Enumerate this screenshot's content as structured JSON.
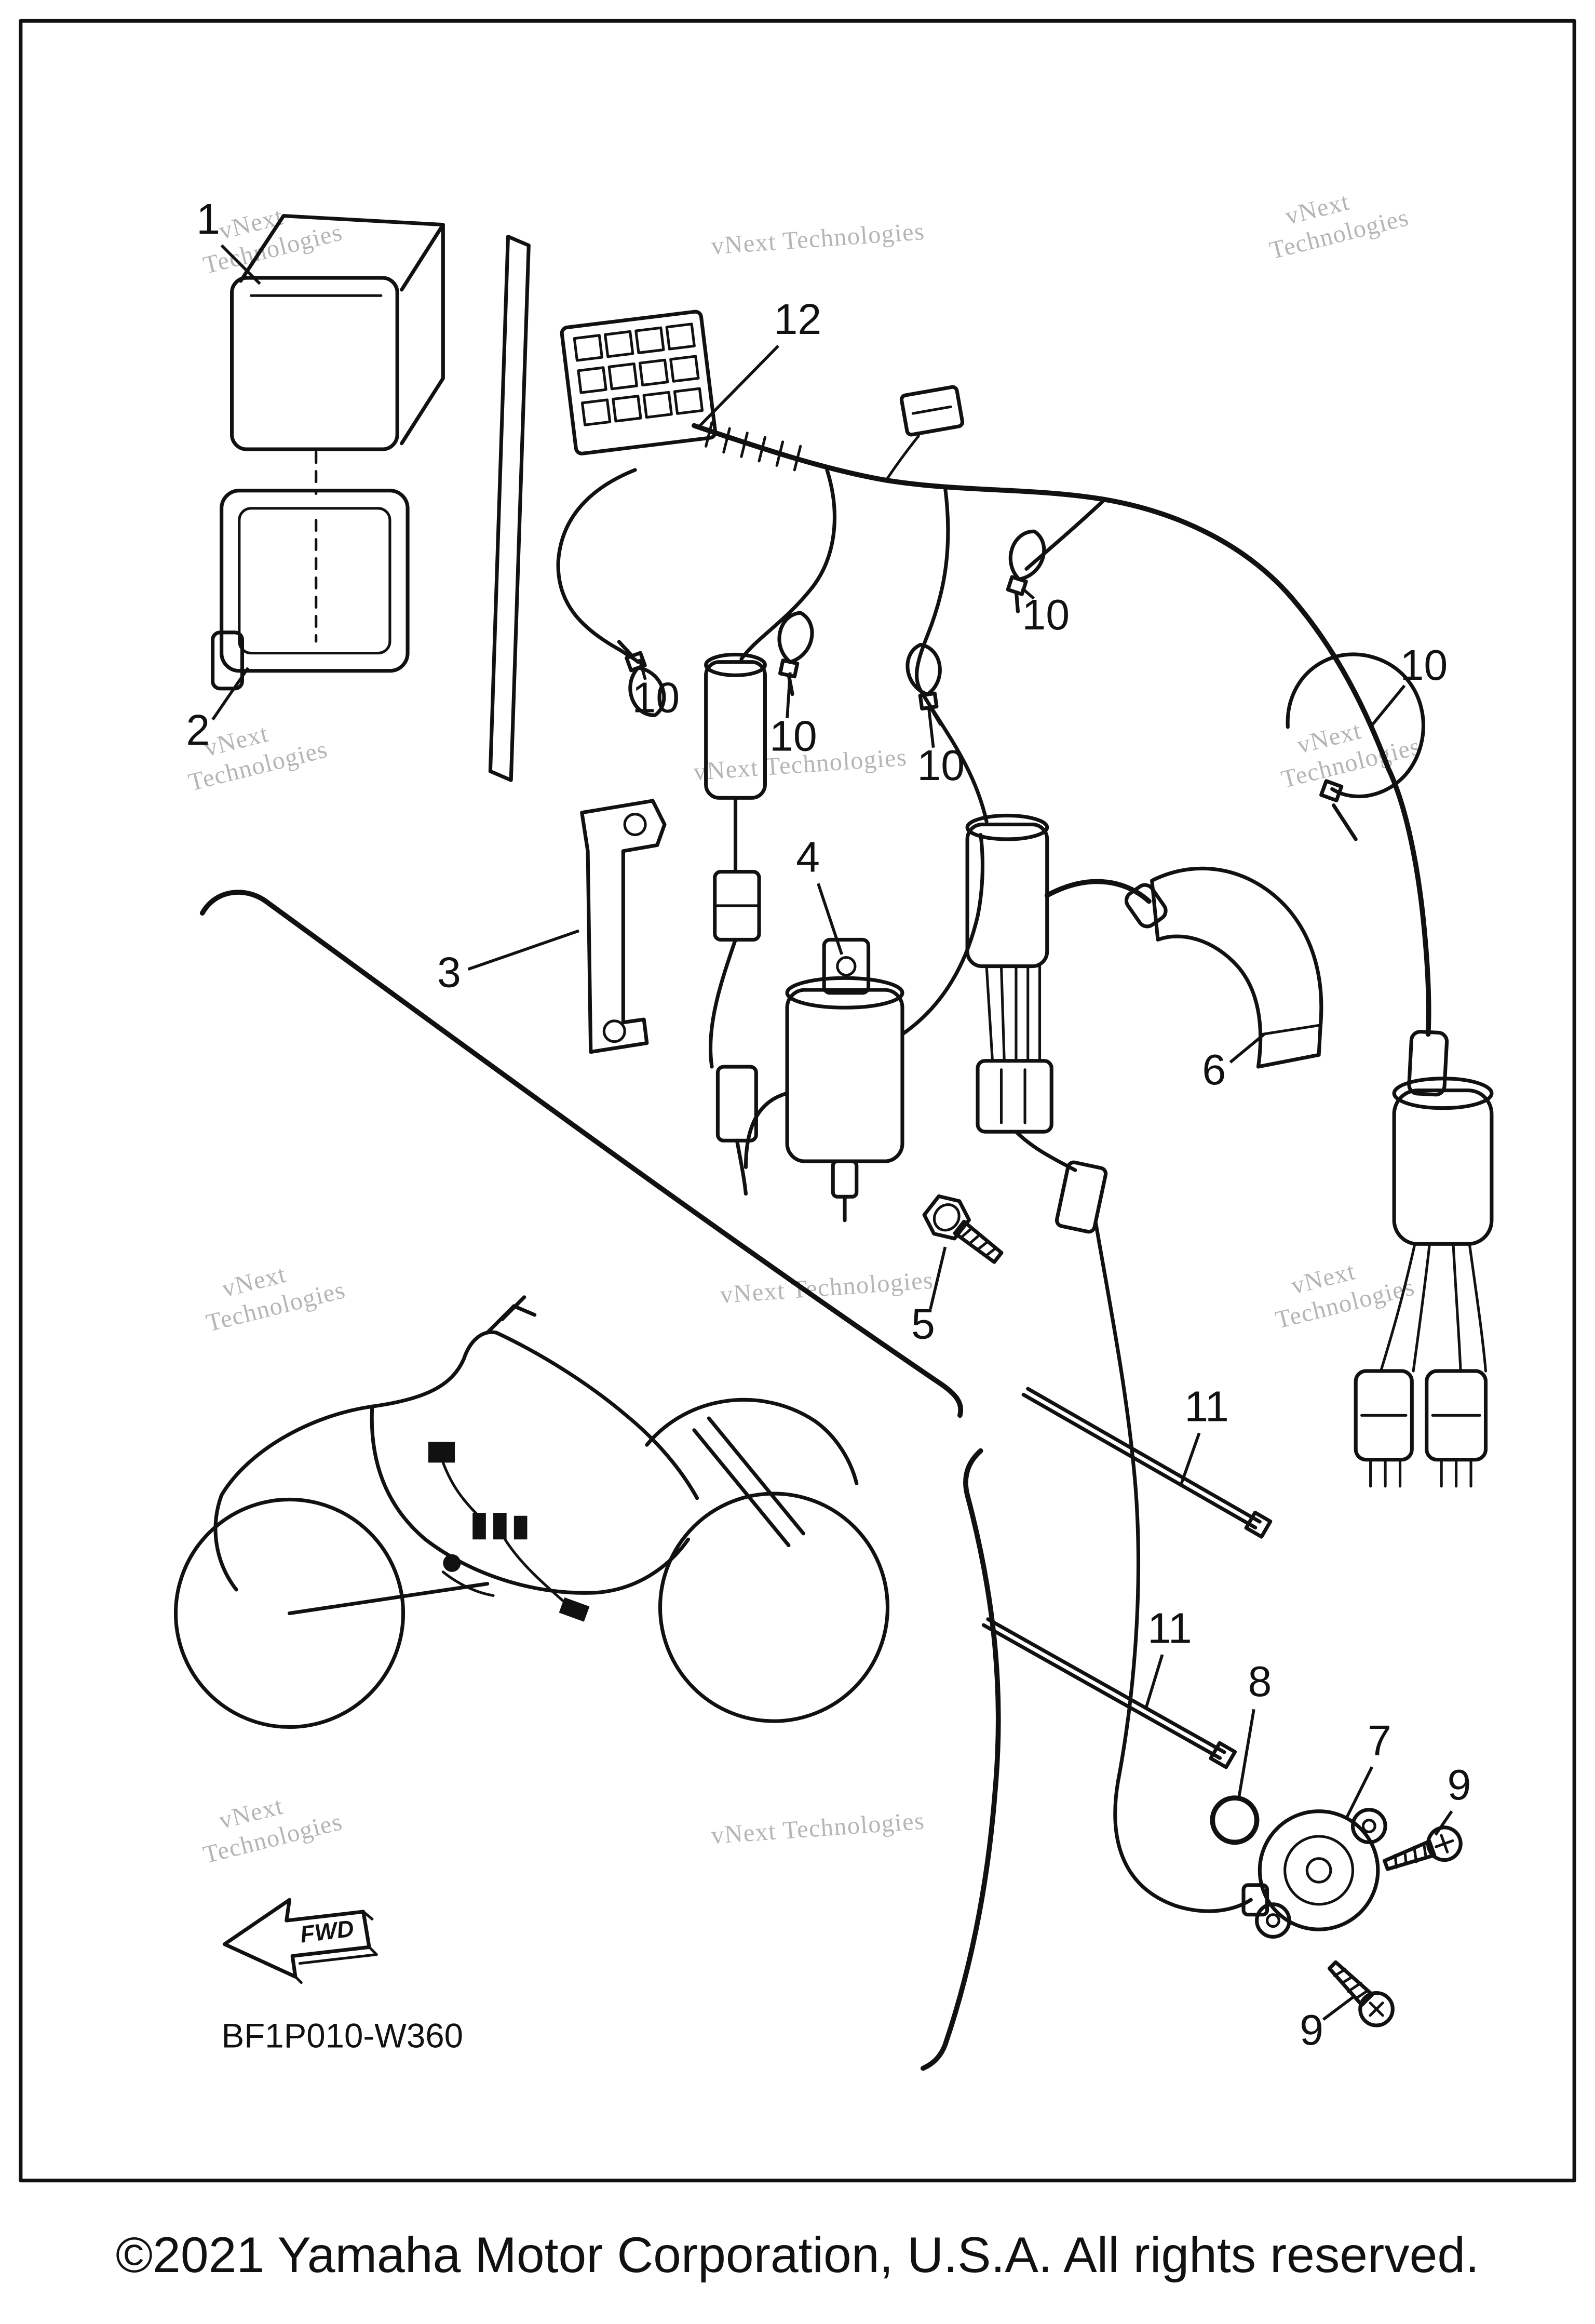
{
  "page": {
    "code": "BF1P010-W360",
    "copyright": "©2021 Yamaha Motor Corporation, U.S.A. All rights reserved.",
    "fwd": "FWD"
  },
  "watermark": {
    "text": "vNext Technologies",
    "word1": "vNext",
    "word2": "Technologies"
  },
  "colors": {
    "ink": "#111111",
    "watermark": "#b5b5b5",
    "background": "#ffffff"
  },
  "callouts": [
    {
      "label": "1"
    },
    {
      "label": "2"
    },
    {
      "label": "3"
    },
    {
      "label": "4"
    },
    {
      "label": "5"
    },
    {
      "label": "6"
    },
    {
      "label": "7"
    },
    {
      "label": "8"
    },
    {
      "label": "9"
    },
    {
      "label": "9"
    },
    {
      "label": "10"
    },
    {
      "label": "10"
    },
    {
      "label": "10"
    },
    {
      "label": "10"
    },
    {
      "label": "10"
    },
    {
      "label": "11"
    },
    {
      "label": "11"
    },
    {
      "label": "12"
    }
  ]
}
